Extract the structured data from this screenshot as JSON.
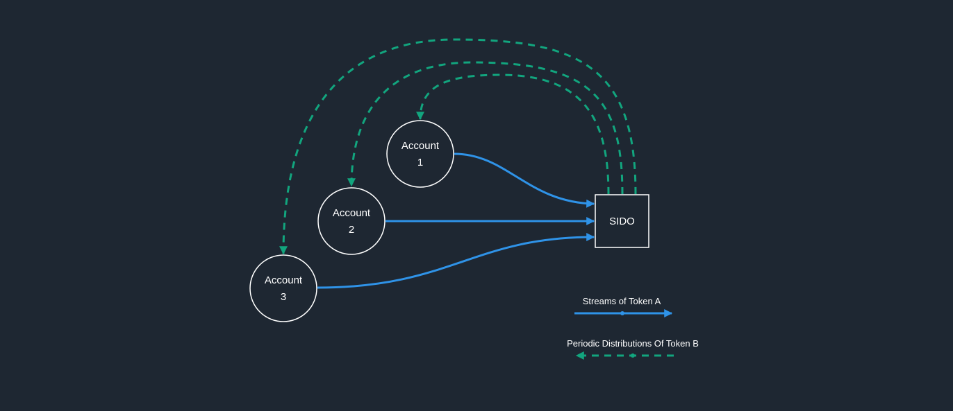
{
  "colors": {
    "background": "#1e2732",
    "stream": "#2f93e8",
    "distribution": "#12a57e",
    "node_stroke": "#ffffff",
    "text": "#ffffff"
  },
  "nodes": {
    "account1": {
      "line1": "Account",
      "line2": "1"
    },
    "account2": {
      "line1": "Account",
      "line2": "2"
    },
    "account3": {
      "line1": "Account",
      "line2": "3"
    },
    "sido": {
      "label": "SIDO"
    }
  },
  "legend": {
    "streams_label": "Streams of Token A",
    "distributions_label": "Periodic Distributions Of Token B"
  }
}
